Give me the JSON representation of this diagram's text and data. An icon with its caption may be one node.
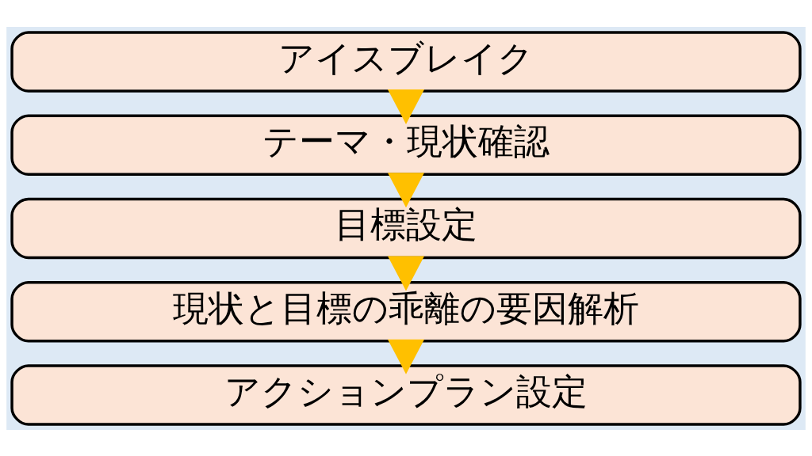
{
  "diagram": {
    "nodes": [
      {
        "text": [
          "アイスブレイク"
        ]
      },
      {
        "text": [
          "テーマ・現状確認"
        ]
      },
      {
        "text": [
          "目標設定"
        ]
      },
      {
        "text": [
          "現状と目標の乖離の要因解析"
        ]
      },
      {
        "text": [
          "アクションプラン設定"
        ]
      }
    ],
    "edges": [
      {
        "from": 0,
        "to": 1,
        "arrow": "to"
      },
      {
        "from": 1,
        "to": 2,
        "arrow": "to"
      },
      {
        "from": 2,
        "to": 3,
        "arrow": "to"
      },
      {
        "from": 3,
        "to": 4,
        "arrow": "to"
      }
    ]
  }
}
